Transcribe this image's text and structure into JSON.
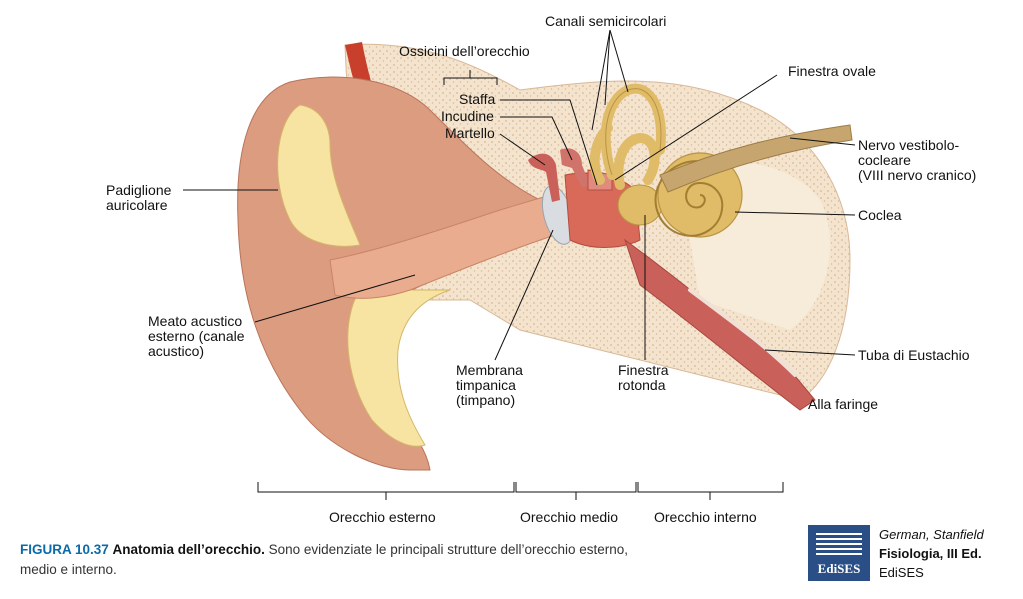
{
  "labels": {
    "canali": "Canali semicircolari",
    "ossicini": "Ossicini dell’orecchio",
    "staffa": "Staffa",
    "incudine": "Incudine",
    "martello": "Martello",
    "finestra_ovale": "Finestra ovale",
    "padiglione": "Padiglione\nauricolare",
    "nervo": "Nervo vestibolo-\ncocleare\n(VIII nervo cranico)",
    "coclea": "Coclea",
    "meato": "Meato acustico\nesterno (canale\nacustico)",
    "membrana": "Membrana\ntimpanica\n(timpano)",
    "finestra_rotonda": "Finestra\nrotonda",
    "tuba": "Tuba di Eustachio",
    "faringe": "Alla faringe"
  },
  "regions": {
    "esterno": "Orecchio esterno",
    "medio": "Orecchio medio",
    "interno": "Orecchio interno"
  },
  "caption": {
    "number": "FIGURA 10.37",
    "title": "Anatomia dell’orecchio.",
    "text": "Sono evidenziate le principali strutture dell’orecchio esterno, medio e interno."
  },
  "publisher": {
    "logo_text": "EdiSES",
    "authors": "German, Stanfield",
    "book": "Fisiologia, III Ed.",
    "name": "EdiSES"
  },
  "colors": {
    "skin": "#dc9c80",
    "cartilage": "#f7e4a2",
    "bone": "#f4e3cd",
    "canal": "#c9615a",
    "cochlea": "#e0bc68",
    "nerve": "#c7a56e",
    "tympanum": "#d9dde2",
    "muscle": "#c8402c",
    "caption_accent": "#0b6aa8",
    "logo": "#2a4f86"
  }
}
